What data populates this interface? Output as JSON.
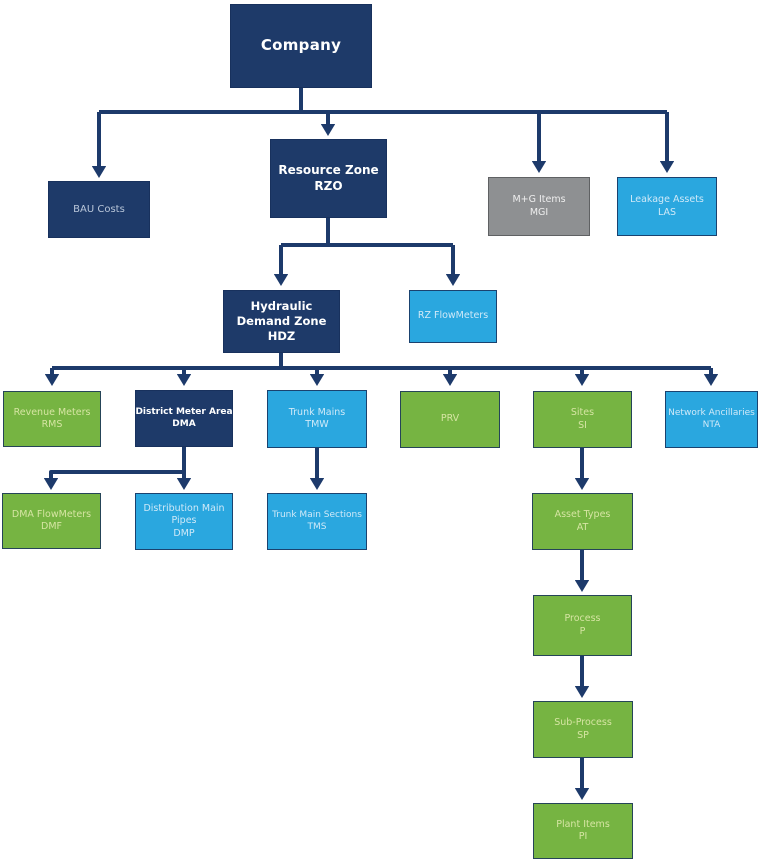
{
  "diagram": {
    "title": "Company asset hierarchy flowchart",
    "palette": {
      "navy": "#1e3a69",
      "blue": "#2aa7df",
      "green": "#76b442",
      "gray": "#8e9092",
      "connector": "#1d3a6b"
    },
    "nodes": {
      "company": {
        "label": "Company"
      },
      "bau": {
        "label": "BAU Costs"
      },
      "rzo": {
        "label": "Resource Zone",
        "code": "RZO"
      },
      "mgi": {
        "label": "M+G Items",
        "code": "MGI"
      },
      "las": {
        "label": "Leakage Assets",
        "code": "LAS"
      },
      "hdz": {
        "label": "Hydraulic Demand Zone",
        "code": "HDZ"
      },
      "rzf": {
        "label": "RZ FlowMeters"
      },
      "rms": {
        "label": "Revenue Meters",
        "code": "RMS"
      },
      "dma": {
        "label": "District Meter Area",
        "code": "DMA"
      },
      "tmw": {
        "label": "Trunk Mains",
        "code": "TMW"
      },
      "prv": {
        "label": "PRV"
      },
      "si": {
        "label": "Sites",
        "code": "SI"
      },
      "nta": {
        "label": "Network Ancillaries",
        "code": "NTA"
      },
      "dmf": {
        "label": "DMA FlowMeters",
        "code": "DMF"
      },
      "dmp": {
        "label": "Distribution Main Pipes",
        "code": "DMP"
      },
      "tms": {
        "label": "Trunk Main Sections",
        "code": "TMS"
      },
      "at": {
        "label": "Asset Types",
        "code": "AT"
      },
      "p": {
        "label": "Process",
        "code": "P"
      },
      "sp": {
        "label": "Sub-Process",
        "code": "SP"
      },
      "pi": {
        "label": "Plant Items",
        "code": "PI"
      }
    },
    "edges": [
      {
        "from": "Company",
        "to": "BAU Costs"
      },
      {
        "from": "Company",
        "to": "Resource Zone RZO"
      },
      {
        "from": "Company",
        "to": "M+G Items MGI"
      },
      {
        "from": "Company",
        "to": "Leakage Assets LAS"
      },
      {
        "from": "Resource Zone RZO",
        "to": "Hydraulic Demand Zone HDZ"
      },
      {
        "from": "Resource Zone RZO",
        "to": "RZ FlowMeters"
      },
      {
        "from": "Hydraulic Demand Zone HDZ",
        "to": "Revenue Meters RMS"
      },
      {
        "from": "Hydraulic Demand Zone HDZ",
        "to": "District Meter Area DMA"
      },
      {
        "from": "Hydraulic Demand Zone HDZ",
        "to": "Trunk Mains TMW"
      },
      {
        "from": "Hydraulic Demand Zone HDZ",
        "to": "PRV"
      },
      {
        "from": "Hydraulic Demand Zone HDZ",
        "to": "Sites SI"
      },
      {
        "from": "Hydraulic Demand Zone HDZ",
        "to": "Network Ancillaries NTA"
      },
      {
        "from": "District Meter Area DMA",
        "to": "DMA FlowMeters DMF"
      },
      {
        "from": "District Meter Area DMA",
        "to": "Distribution Main Pipes DMP"
      },
      {
        "from": "Trunk Mains TMW",
        "to": "Trunk Main Sections TMS"
      },
      {
        "from": "Sites SI",
        "to": "Asset Types AT"
      },
      {
        "from": "Asset Types AT",
        "to": "Process P"
      },
      {
        "from": "Process P",
        "to": "Sub-Process SP"
      },
      {
        "from": "Sub-Process SP",
        "to": "Plant Items PI"
      }
    ]
  }
}
